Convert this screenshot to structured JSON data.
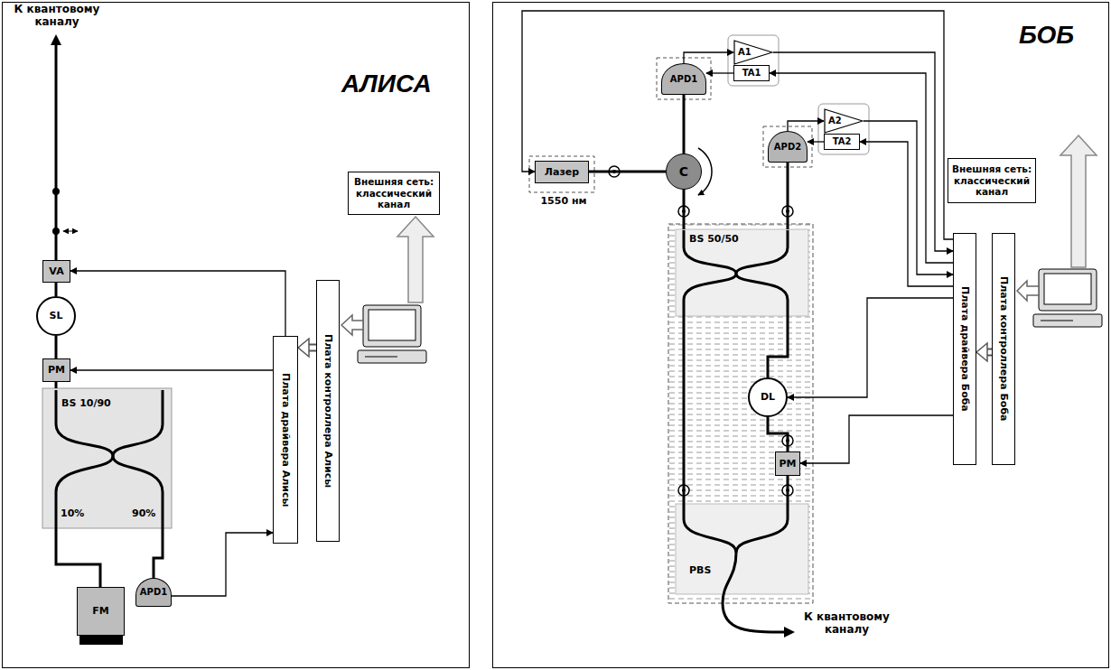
{
  "diagram": {
    "nodes": [
      {
        "text": [
          "АЛИСА"
        ]
      },
      {
        "text": [
          "VA"
        ],
        "in": 0
      },
      {
        "text": [
          "SL"
        ],
        "in": 0
      },
      {
        "text": [
          "PM"
        ],
        "in": 0
      },
      {
        "text": [
          "BS 10/90",
          "10%",
          "90%"
        ],
        "in": 0
      },
      {
        "text": [
          "FM"
        ],
        "in": 0
      },
      {
        "text": [
          "APD1"
        ],
        "in": 0
      },
      {
        "text": [
          "Плата драйвера Алисы"
        ],
        "in": 0
      },
      {
        "text": [
          "Плата контроллера Алисы"
        ],
        "in": 0
      },
      {
        "text": [
          "Внешняя сеть: классический канал"
        ],
        "in": 0
      },
      {
        "text": [
          "БОБ"
        ]
      },
      {
        "text": [
          "Лазер"
        ],
        "in": 10
      },
      {
        "text": [
          "C"
        ],
        "in": 10
      },
      {
        "text": [
          "APD1"
        ],
        "in": 10
      },
      {
        "text": [
          "A1"
        ],
        "in": 10
      },
      {
        "text": [
          "TA1"
        ],
        "in": 10
      },
      {
        "text": [
          "APD2"
        ],
        "in": 10
      },
      {
        "text": [
          "A2"
        ],
        "in": 10
      },
      {
        "text": [
          "TA2"
        ],
        "in": 10
      },
      {
        "text": [
          "BS 50/50"
        ],
        "in": 10
      },
      {
        "text": [
          "DL"
        ],
        "in": 10
      },
      {
        "text": [
          "PM"
        ],
        "in": 10
      },
      {
        "text": [
          "PBS"
        ],
        "in": 10
      },
      {
        "text": [
          "Плата драйвера Боба"
        ],
        "in": 10
      },
      {
        "text": [
          "Плата контроллера Боба"
        ],
        "in": 10
      },
      {
        "text": [
          "Внешняя сеть: классический канал"
        ],
        "in": 10
      }
    ],
    "edges": [
      {
        "from": 1,
        "to": 2,
        "arrow": "none"
      },
      {
        "from": 2,
        "to": 3,
        "arrow": "none"
      },
      {
        "from": 3,
        "to": 4,
        "arrow": "none"
      },
      {
        "from": 4,
        "to": 5,
        "arrow": "none"
      },
      {
        "from": 4,
        "to": 6,
        "arrow": "none"
      },
      {
        "from": 7,
        "to": 1,
        "arrow": "to"
      },
      {
        "from": 7,
        "to": 3,
        "arrow": "to"
      },
      {
        "from": 6,
        "to": 7,
        "arrow": "to"
      },
      {
        "from": 8,
        "to": 7,
        "arrow": "to"
      },
      {
        "from": 11,
        "to": 12,
        "arrow": "none"
      },
      {
        "from": 12,
        "to": 13,
        "arrow": "none"
      },
      {
        "from": 12,
        "to": 19,
        "arrow": "none"
      },
      {
        "from": 16,
        "to": 19,
        "arrow": "none"
      },
      {
        "from": 19,
        "to": 20,
        "arrow": "none"
      },
      {
        "from": 20,
        "to": 21,
        "arrow": "none"
      },
      {
        "from": 21,
        "to": 22,
        "arrow": "none"
      },
      {
        "from": 19,
        "to": 22,
        "arrow": "none"
      },
      {
        "from": 23,
        "to": 11,
        "arrow": "to"
      },
      {
        "from": 13,
        "to": 14,
        "arrow": "to"
      },
      {
        "from": 14,
        "to": 23,
        "arrow": "to"
      },
      {
        "from": 23,
        "to": 15,
        "arrow": "to"
      },
      {
        "from": 15,
        "to": 13,
        "arrow": "to"
      },
      {
        "from": 16,
        "to": 17,
        "arrow": "to"
      },
      {
        "from": 17,
        "to": 23,
        "arrow": "to"
      },
      {
        "from": 23,
        "to": 18,
        "arrow": "to"
      },
      {
        "from": 18,
        "to": 16,
        "arrow": "to"
      },
      {
        "from": 23,
        "to": 20,
        "arrow": "to"
      },
      {
        "from": 23,
        "to": 21,
        "arrow": "to"
      },
      {
        "from": 24,
        "to": 23,
        "arrow": "to"
      }
    ],
    "labels": [
      "К квантовому каналу",
      "К квантовому каналу",
      "1550 нм"
    ]
  }
}
